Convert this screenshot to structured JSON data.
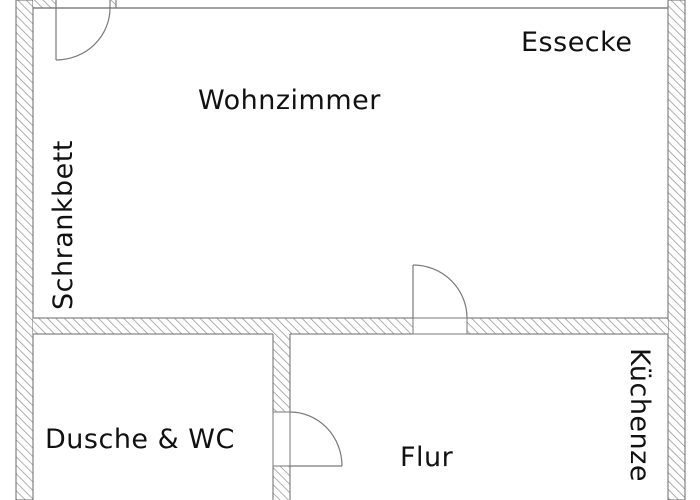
{
  "diagram": {
    "type": "floor-plan",
    "colors": {
      "wall_hatch": "#9a9a9a",
      "wall_outline": "#6a6a6a",
      "door_line": "#7a7a7a",
      "background": "#ffffff",
      "text": "#111111"
    },
    "rooms": [
      {
        "id": "wohnzimmer",
        "label": "Wohnzimmer"
      },
      {
        "id": "essecke",
        "label": "Essecke"
      },
      {
        "id": "schrankbett",
        "label": "Schrankbett"
      },
      {
        "id": "dusche-wc",
        "label": "Dusche & WC"
      },
      {
        "id": "flur",
        "label": "Flur"
      },
      {
        "id": "kuechenzeile",
        "label": "Küchenze"
      }
    ],
    "doors": [
      {
        "id": "top-door",
        "location": "top wall, upper left"
      },
      {
        "id": "living-door",
        "location": "wall between Wohnzimmer and Flur"
      },
      {
        "id": "bath-door",
        "location": "wall between Dusche & WC and Flur"
      }
    ]
  }
}
